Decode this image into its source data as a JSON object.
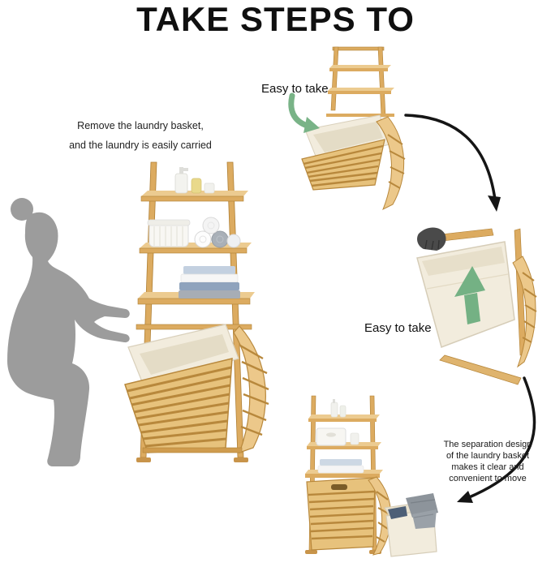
{
  "title": "TAKE STEPS TO",
  "left_caption": {
    "line1": "Remove the laundry basket,",
    "line2": "and the laundry is easily carried"
  },
  "steps": [
    {
      "label": "Easy to take"
    },
    {
      "label": "Easy to take"
    },
    {
      "caption_line1": "The separation design",
      "caption_line2": "of the laundry basket",
      "caption_line3": "makes it clear and",
      "caption_line4": "convenient to move"
    }
  ],
  "icons": {
    "green_arrow_step1": "curved-green-arrow",
    "green_arrow_step2": "up-green-arrow",
    "black_arrow_1": "curved-black-arrow",
    "black_arrow_2": "curved-black-arrow"
  },
  "colors": {
    "bamboo": "#dcab60",
    "bamboo_light": "#eccb90",
    "bamboo_dark": "#b08035",
    "bamboo_wing": "#e9c582",
    "fabric": "#f2ecdd",
    "fabric_shadow": "#e4dcc6",
    "silhouette_gray": "#9c9c9c",
    "arrow_green": "#79b387",
    "arrow_black": "#151515",
    "towel_blue": "#8fa3bd",
    "towel_light_blue": "#c3d0e0",
    "towel_gray": "#a7adb5"
  }
}
